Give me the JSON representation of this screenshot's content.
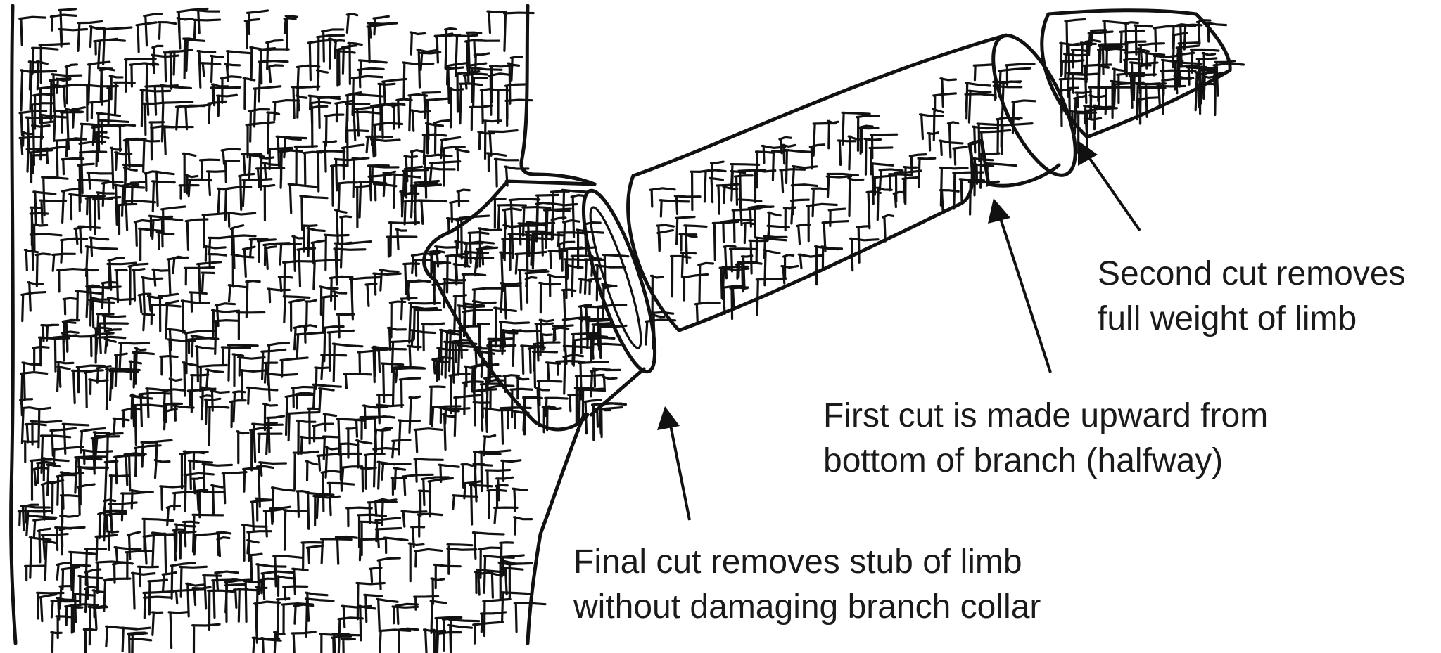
{
  "colors": {
    "ink": "#111111",
    "text": "#1a1a1a",
    "background": "#ffffff"
  },
  "labels": {
    "second_cut": {
      "line1": "Second cut removes",
      "line2": "full weight of limb"
    },
    "first_cut": {
      "line1": "First cut is made upward from",
      "line2": "bottom of branch (halfway)"
    },
    "final_cut": {
      "line1": "Final cut removes stub of limb",
      "line2": "without damaging branch collar"
    }
  }
}
